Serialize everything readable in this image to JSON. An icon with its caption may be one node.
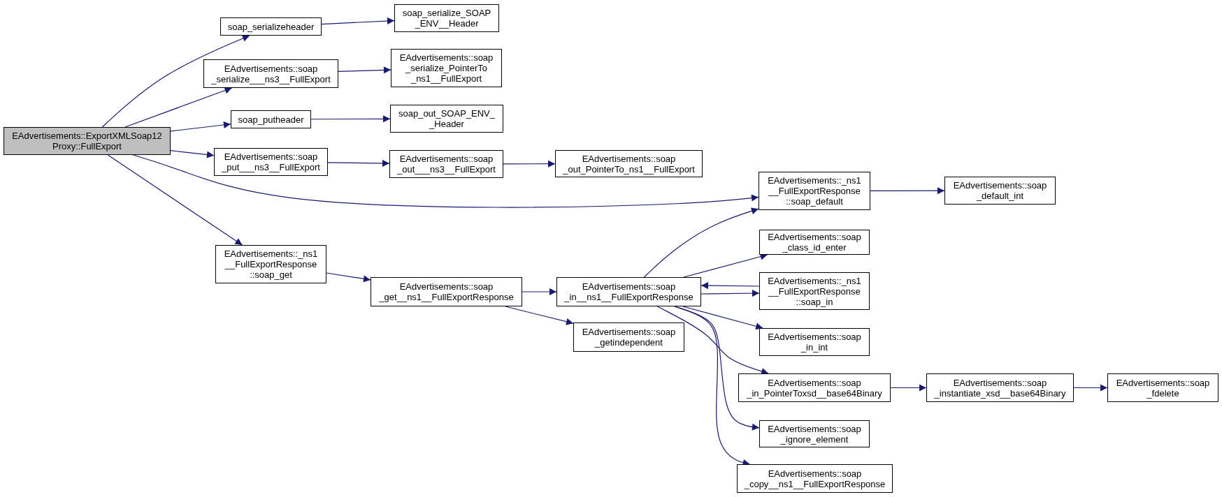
{
  "diagram": {
    "nodes": [
      {
        "text": [
          "EAdvertisements::ExportXMLSoap12 Proxy::FullExport"
        ]
      },
      {
        "text": [
          "soap_serializeheader"
        ]
      },
      {
        "text": [
          "EAdvertisements::soap _serialize___ns3__FullExport"
        ]
      },
      {
        "text": [
          "soap_putheader"
        ]
      },
      {
        "text": [
          "EAdvertisements::soap _put___ns3__FullExport"
        ]
      },
      {
        "text": [
          "EAdvertisements::_ns1 __FullExportResponse ::soap_get"
        ]
      },
      {
        "text": [
          "soap_serialize_SOAP _ENV__Header"
        ]
      },
      {
        "text": [
          "EAdvertisements::soap _serialize_PointerTo _ns1__FullExport"
        ]
      },
      {
        "text": [
          "soap_out_SOAP_ENV_ _Header"
        ]
      },
      {
        "text": [
          "EAdvertisements::soap _out___ns3__FullExport"
        ]
      },
      {
        "text": [
          "EAdvertisements::soap _out_PointerTo_ns1__FullExport"
        ]
      },
      {
        "text": [
          "EAdvertisements::_ns1 __FullExportResponse ::soap_default"
        ]
      },
      {
        "text": [
          "EAdvertisements::soap _default_int"
        ]
      },
      {
        "text": [
          "EAdvertisements::soap _get__ns1__FullExportResponse"
        ]
      },
      {
        "text": [
          "EAdvertisements::soap _in__ns1__FullExportResponse"
        ]
      },
      {
        "text": [
          "EAdvertisements::soap _class_id_enter"
        ]
      },
      {
        "text": [
          "EAdvertisements::_ns1 __FullExportResponse ::soap_in"
        ]
      },
      {
        "text": [
          "EAdvertisements::soap _getindependent"
        ]
      },
      {
        "text": [
          "EAdvertisements::soap _in_int"
        ]
      },
      {
        "text": [
          "EAdvertisements::soap _in_PointerToxsd__base64Binary"
        ]
      },
      {
        "text": [
          "EAdvertisements::soap _instantiate_xsd__base64Binary"
        ]
      },
      {
        "text": [
          "EAdvertisements::soap _fdelete"
        ]
      },
      {
        "text": [
          "EAdvertisements::soap _ignore_element"
        ]
      },
      {
        "text": [
          "EAdvertisements::soap _copy__ns1__FullExportResponse"
        ]
      }
    ],
    "edges": [
      {
        "from": 0,
        "to": 1,
        "arrow": "to"
      },
      {
        "from": 0,
        "to": 2,
        "arrow": "to"
      },
      {
        "from": 0,
        "to": 3,
        "arrow": "to"
      },
      {
        "from": 0,
        "to": 4,
        "arrow": "to"
      },
      {
        "from": 0,
        "to": 11,
        "arrow": "to"
      },
      {
        "from": 0,
        "to": 5,
        "arrow": "to"
      },
      {
        "from": 1,
        "to": 6,
        "arrow": "to"
      },
      {
        "from": 2,
        "to": 7,
        "arrow": "to"
      },
      {
        "from": 3,
        "to": 8,
        "arrow": "to"
      },
      {
        "from": 4,
        "to": 9,
        "arrow": "to"
      },
      {
        "from": 9,
        "to": 10,
        "arrow": "to"
      },
      {
        "from": 11,
        "to": 12,
        "arrow": "to"
      },
      {
        "from": 5,
        "to": 13,
        "arrow": "to"
      },
      {
        "from": 13,
        "to": 14,
        "arrow": "to"
      },
      {
        "from": 13,
        "to": 17,
        "arrow": "to"
      },
      {
        "from": 14,
        "to": 11,
        "arrow": "to"
      },
      {
        "from": 14,
        "to": 15,
        "arrow": "to"
      },
      {
        "from": 14,
        "to": 16,
        "arrow": "to"
      },
      {
        "from": 16,
        "to": 14,
        "arrow": "to"
      },
      {
        "from": 14,
        "to": 18,
        "arrow": "to"
      },
      {
        "from": 14,
        "to": 19,
        "arrow": "to"
      },
      {
        "from": 14,
        "to": 22,
        "arrow": "to"
      },
      {
        "from": 14,
        "to": 23,
        "arrow": "to"
      },
      {
        "from": 19,
        "to": 20,
        "arrow": "to"
      },
      {
        "from": 20,
        "to": 21,
        "arrow": "to"
      }
    ]
  }
}
